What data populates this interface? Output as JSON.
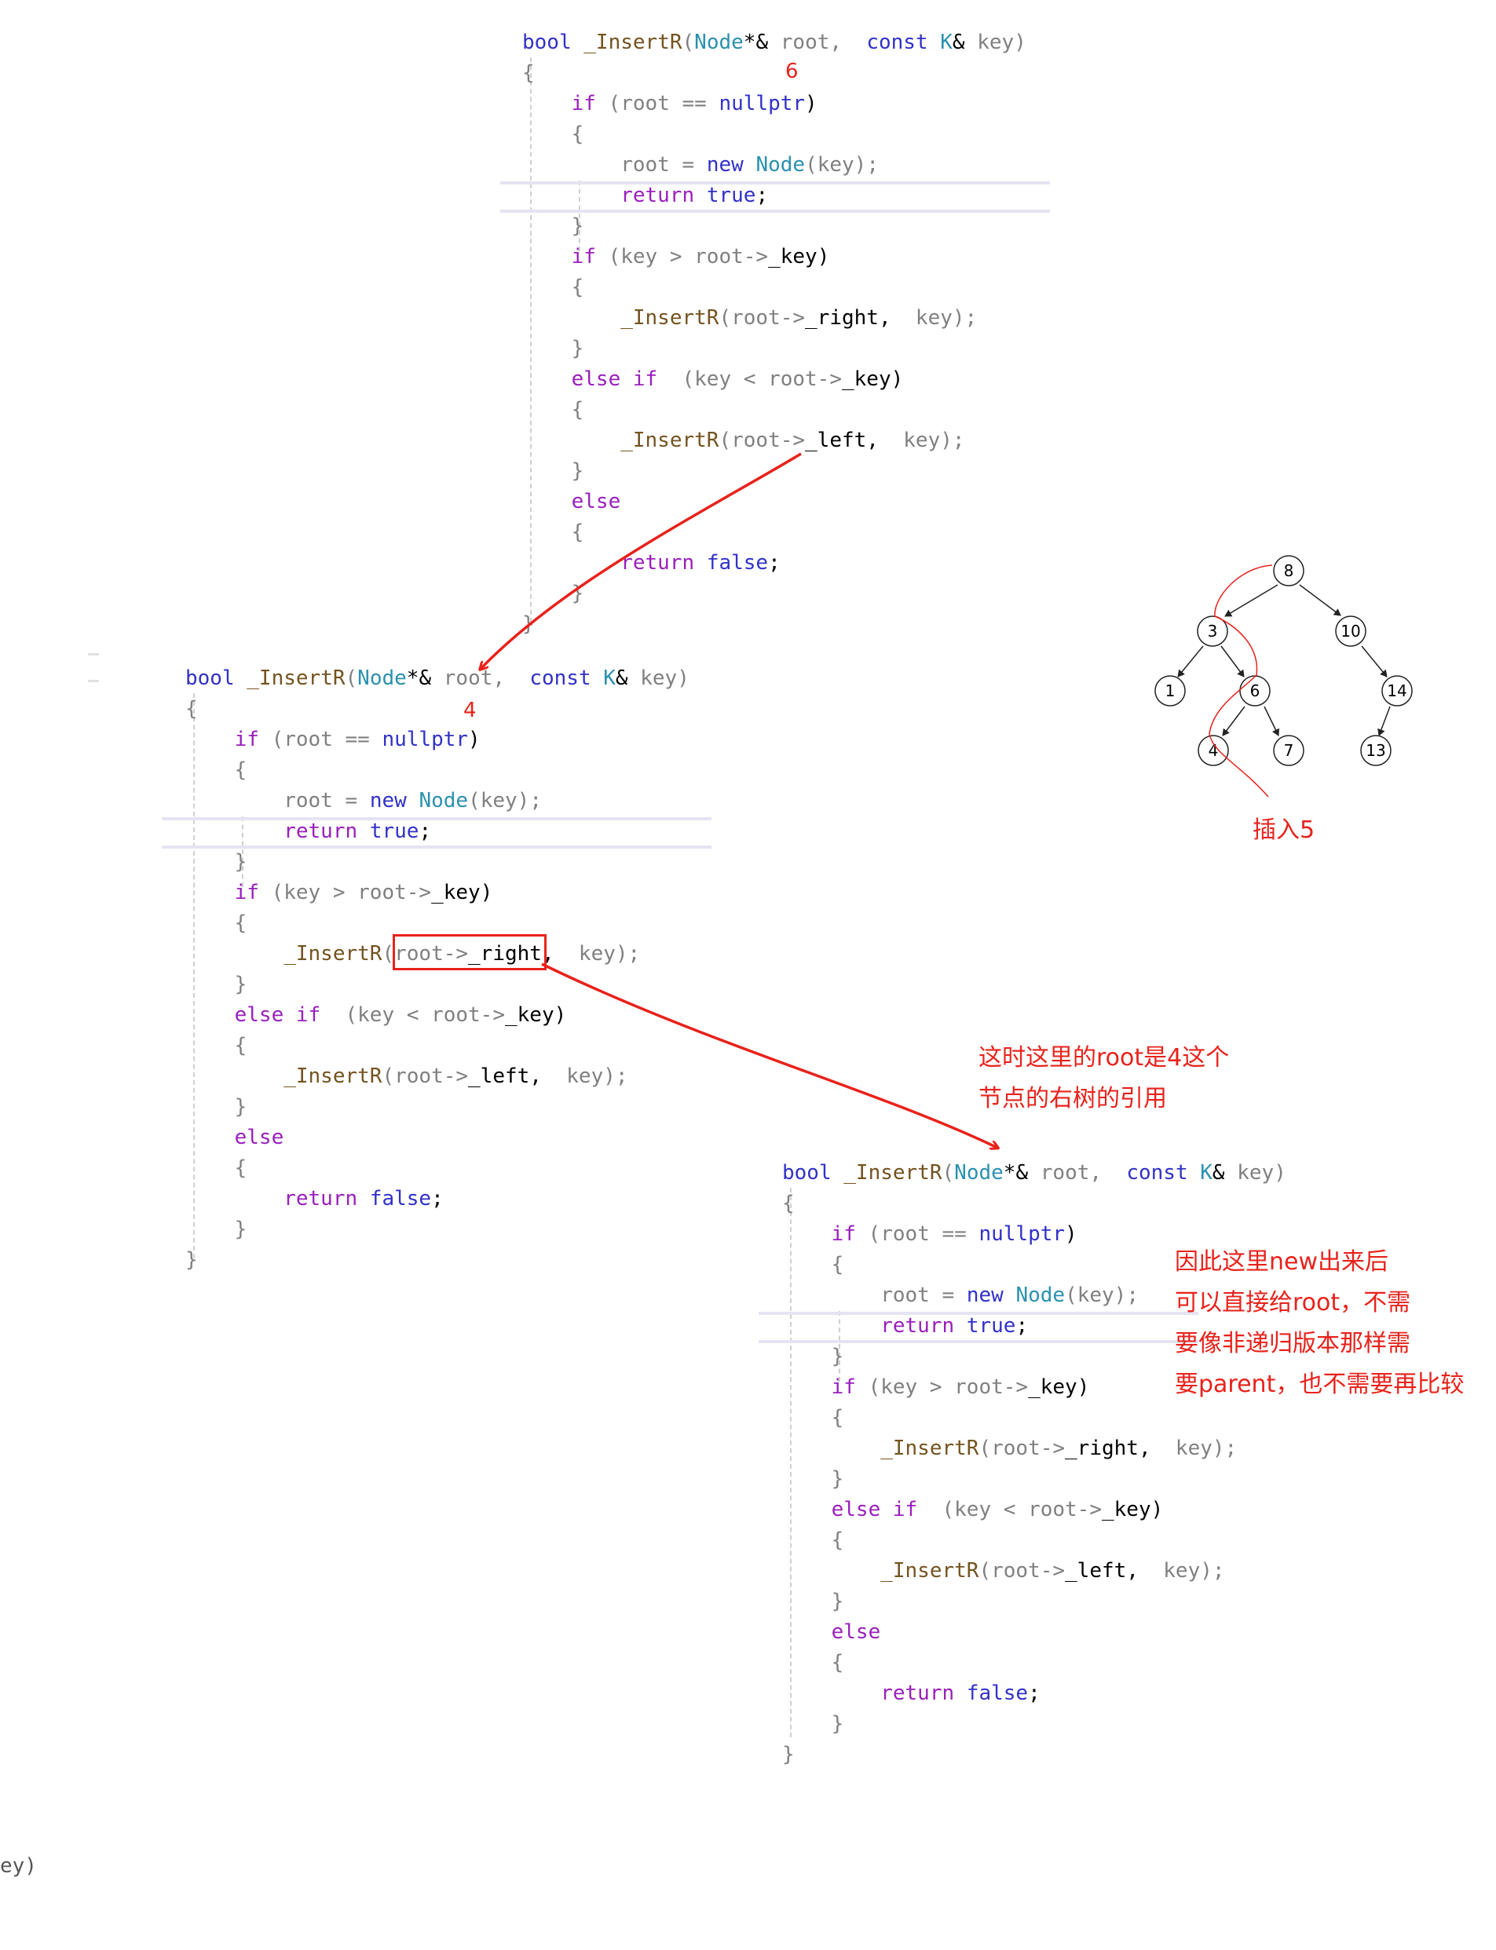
{
  "code_lines": [
    [
      {
        "c": "kw",
        "t": "bool "
      },
      {
        "c": "fn",
        "t": "_InsertR"
      },
      {
        "c": "br",
        "t": "("
      },
      {
        "c": "ty",
        "t": "Node"
      },
      {
        "c": "txt",
        "t": "*&"
      },
      {
        "c": "id",
        "t": " root,  "
      },
      {
        "c": "kw",
        "t": "const "
      },
      {
        "c": "ty",
        "t": "K"
      },
      {
        "c": "txt",
        "t": "&"
      },
      {
        "c": "id",
        "t": " key)"
      }
    ],
    [
      {
        "c": "br",
        "t": "{"
      }
    ],
    [
      {
        "c": "kw2",
        "t": "    if "
      },
      {
        "c": "id",
        "t": "(root == "
      },
      {
        "c": "kw",
        "t": "nullptr"
      },
      {
        "c": "txt",
        "t": ")"
      }
    ],
    [
      {
        "c": "br",
        "t": "    {"
      }
    ],
    [
      {
        "c": "id",
        "t": "        root = "
      },
      {
        "c": "kw",
        "t": "new "
      },
      {
        "c": "ty",
        "t": "Node"
      },
      {
        "c": "id",
        "t": "(key);"
      }
    ],
    [
      {
        "c": "kw2",
        "t": "        return "
      },
      {
        "c": "kw",
        "t": "true"
      },
      {
        "c": "txt",
        "t": ";"
      }
    ],
    [
      {
        "c": "br",
        "t": "    }"
      }
    ],
    [
      {
        "c": "kw2",
        "t": "    if "
      },
      {
        "c": "id",
        "t": "(key > root->"
      },
      {
        "c": "txt",
        "t": "_key)"
      }
    ],
    [
      {
        "c": "br",
        "t": "    {"
      }
    ],
    [
      {
        "c": "fn",
        "t": "        _InsertR"
      },
      {
        "c": "id",
        "t": "(root->"
      },
      {
        "c": "txt",
        "t": "_right,"
      },
      {
        "c": "id",
        "t": "  key);"
      }
    ],
    [
      {
        "c": "br",
        "t": "    }"
      }
    ],
    [
      {
        "c": "kw2",
        "t": "    else if "
      },
      {
        "c": "id",
        "t": " (key < root->"
      },
      {
        "c": "txt",
        "t": "_key)"
      }
    ],
    [
      {
        "c": "br",
        "t": "    {"
      }
    ],
    [
      {
        "c": "fn",
        "t": "        _InsertR"
      },
      {
        "c": "id",
        "t": "(root->"
      },
      {
        "c": "txt",
        "t": "_left,"
      },
      {
        "c": "id",
        "t": "  key);"
      }
    ],
    [
      {
        "c": "br",
        "t": "    }"
      }
    ],
    [
      {
        "c": "kw2",
        "t": "    else"
      }
    ],
    [
      {
        "c": "br",
        "t": "    {"
      }
    ],
    [
      {
        "c": "kw2",
        "t": "        return "
      },
      {
        "c": "kw",
        "t": "false"
      },
      {
        "c": "txt",
        "t": ";"
      }
    ],
    [
      {
        "c": "br",
        "t": "    }"
      }
    ],
    [
      {
        "c": "br",
        "t": "}"
      }
    ]
  ],
  "frames": [
    {
      "label": "6"
    },
    {
      "label": "4"
    },
    {
      "label": ""
    }
  ],
  "tree": {
    "nodes": [
      "8",
      "3",
      "10",
      "1",
      "6",
      "14",
      "4",
      "7",
      "13"
    ],
    "insert_label": "插入5"
  },
  "annotations": {
    "note1": "这时这里的root是4这个\n节点的右树的引用",
    "note2": "因此这里new出来后\n可以直接给root，不需\n要像非递归版本那样需\n要parent，也不需要再比较"
  },
  "edge_fragment": "ey)",
  "colors": {
    "annotation": "#e8221b",
    "keyword": "#3131c8",
    "control": "#9a1fbd",
    "type": "#2b91af",
    "function": "#74531f"
  }
}
